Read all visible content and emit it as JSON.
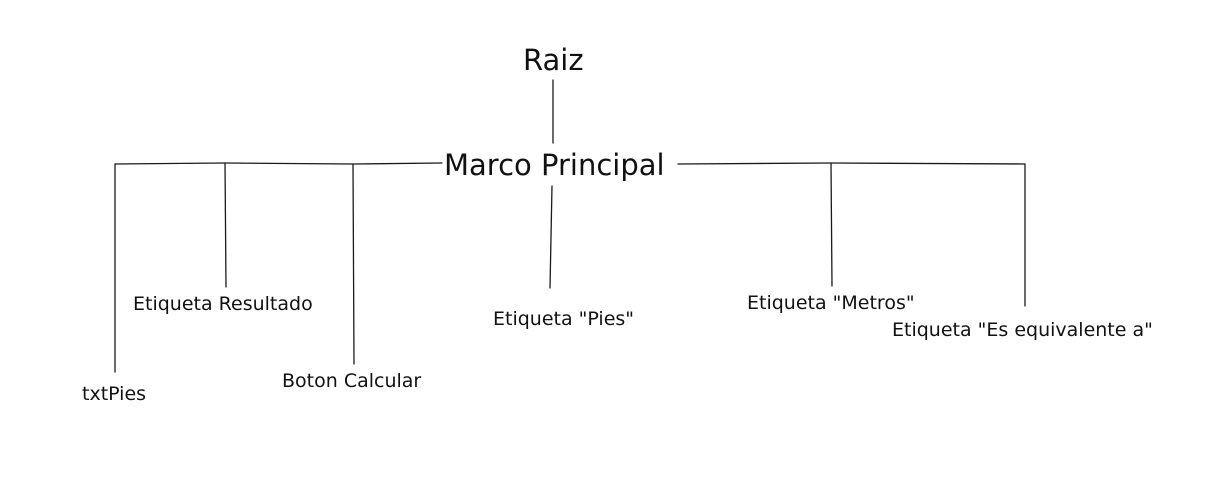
{
  "tree": {
    "root": "Raiz",
    "main": "Marco Principal",
    "nodes": {
      "txt_pies": "txtPies",
      "etiqueta_resultado": "Etiqueta Resultado",
      "boton_calcular": "Boton Calcular",
      "etiqueta_pies": "Etiqueta \"Pies\"",
      "etiqueta_metros": "Etiqueta \"Metros\"",
      "etiqueta_equivalente": "Etiqueta \"Es equivalente a\""
    }
  }
}
